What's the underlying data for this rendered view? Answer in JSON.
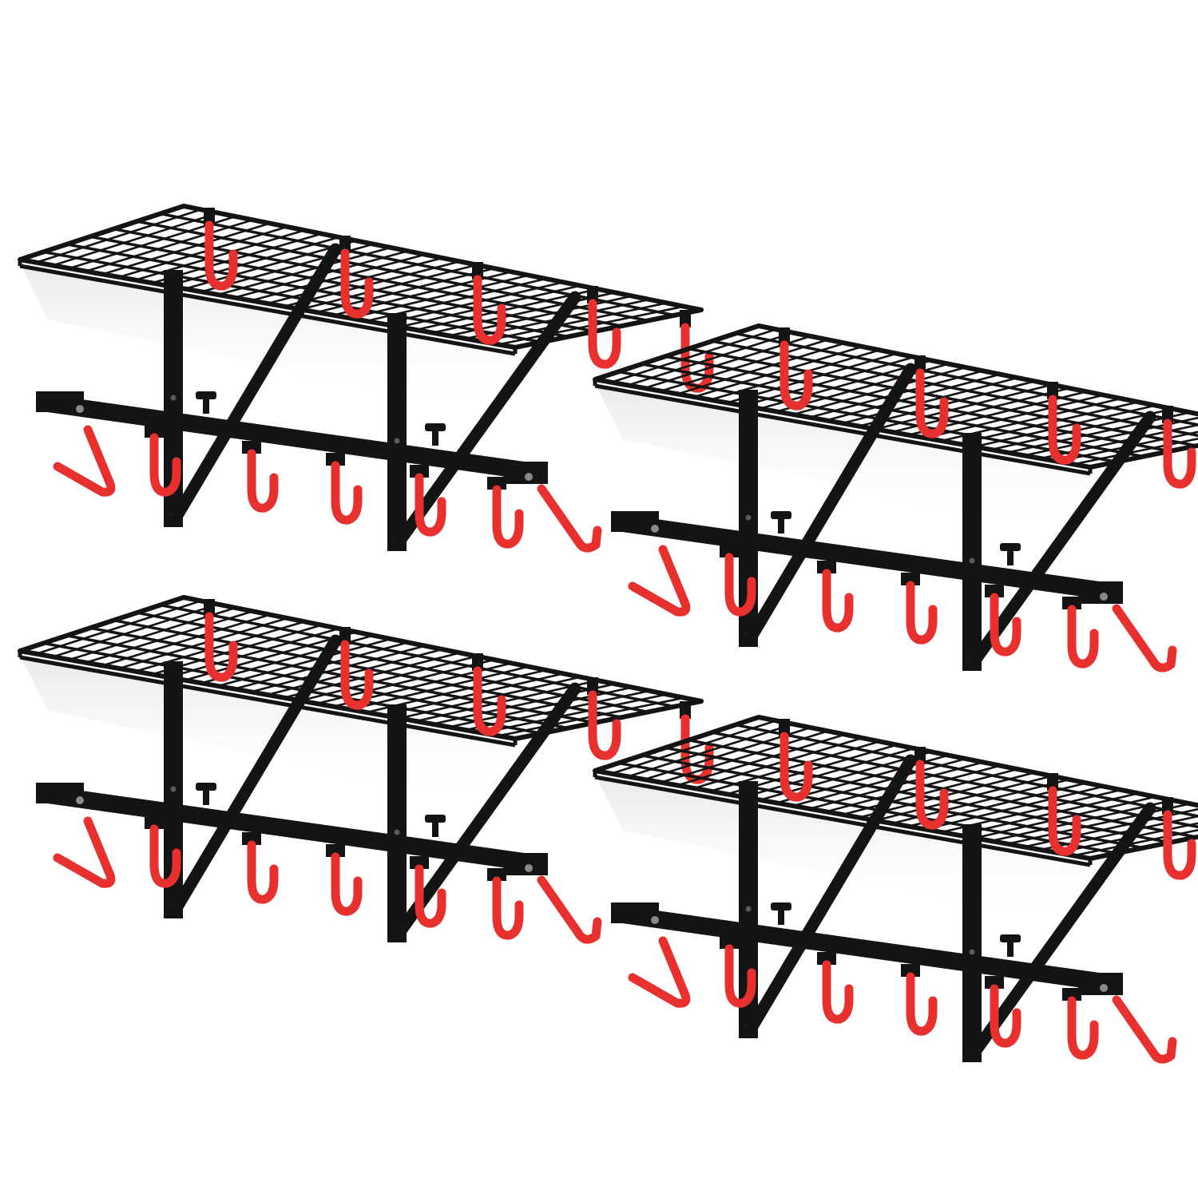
{
  "product_photo": {
    "subject": "wall-mounted-wire-shelf-with-hooks",
    "unit_count": 4,
    "layout": "2x2",
    "colors": {
      "background": "#ffffff",
      "metal": "#141414",
      "metal_highlight": "#3a3a3a",
      "hook": "#e8302e",
      "hook_highlight": "#ff6a5c",
      "shadow": "#ececec"
    }
  }
}
